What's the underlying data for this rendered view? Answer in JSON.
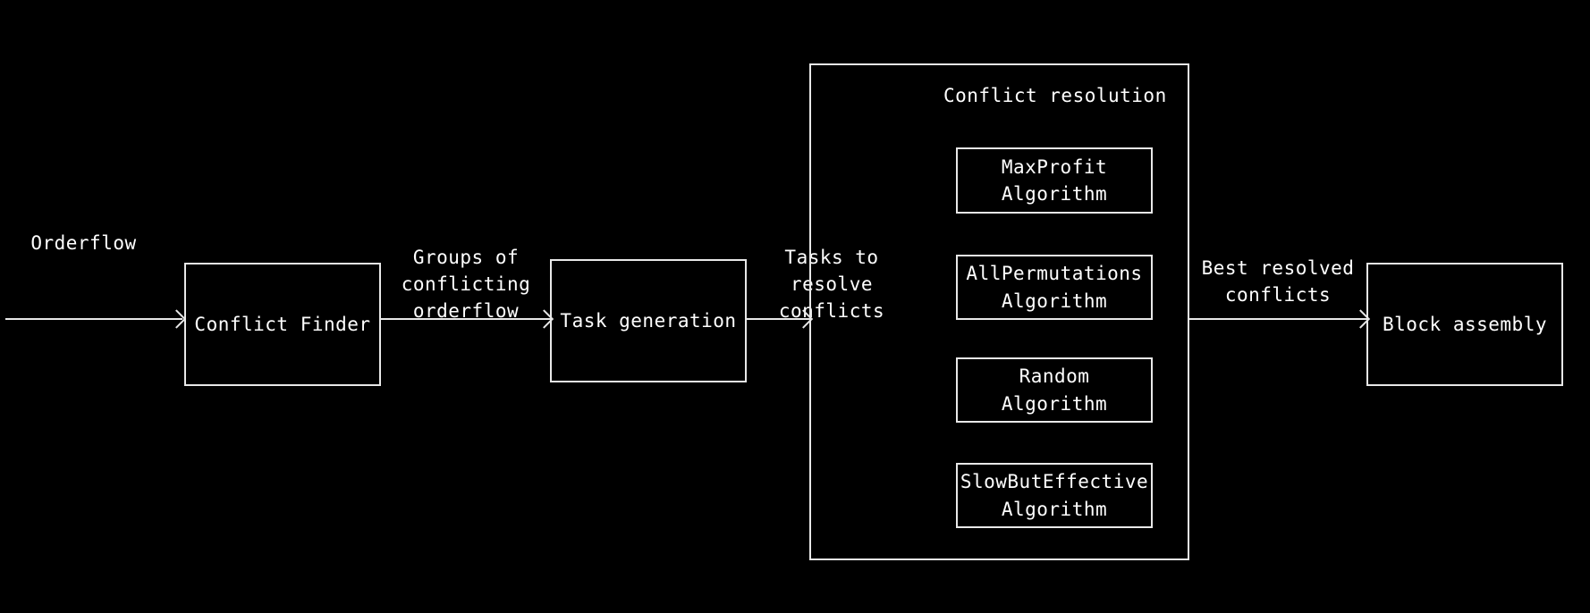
{
  "diagram": {
    "title": "Conflict resolution pipeline",
    "background_color": "#000000",
    "stroke_color": "#e8e8e8",
    "text_color": "#ffffff"
  },
  "nodes": {
    "conflict_finder": "Conflict Finder",
    "task_generation": "Task generation",
    "block_assembly": "Block assembly"
  },
  "group": {
    "title": "Conflict resolution",
    "algorithms": [
      {
        "name": "MaxProfit\nAlgorithm"
      },
      {
        "name": "AllPermutations\nAlgorithm"
      },
      {
        "name": "Random\nAlgorithm"
      },
      {
        "name": "SlowButEffective\nAlgorithm"
      }
    ]
  },
  "edges": {
    "input": "Orderflow",
    "finder_to_task": "Groups of\nconflicting\norderflow",
    "task_to_resolution": "Tasks to\nresolve\nconflicts",
    "resolution_to_assembly": "Best resolved\nconflicts"
  }
}
